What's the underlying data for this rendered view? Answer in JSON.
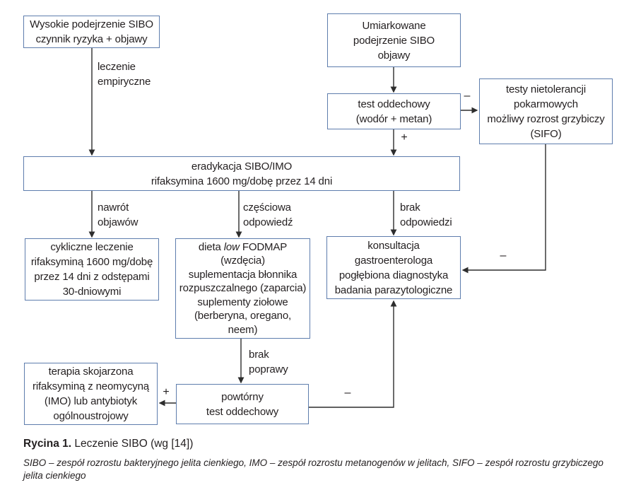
{
  "colors": {
    "box_border": "#5e7dad",
    "line": "#2d2d2d",
    "text": "#231f20",
    "background": "#ffffff"
  },
  "nodes": {
    "wysokie": {
      "lines": [
        "Wysokie podejrzenie SIBO",
        "czynnik ryzyka + objawy"
      ]
    },
    "umiarkowane": {
      "lines": [
        "Umiarkowane",
        "podejrzenie SIBO",
        "objawy"
      ]
    },
    "test": {
      "lines": [
        "test oddechowy",
        "(wodór + metan)"
      ]
    },
    "sifo": {
      "lines": [
        "testy nietolerancji",
        "pokarmowych",
        "możliwy rozrost grzybiczy",
        "(SIFO)"
      ]
    },
    "eradykacja": {
      "lines": [
        "eradykacja SIBO/IMO",
        "rifaksymina 1600 mg/dobę przez 14 dni"
      ]
    },
    "cykliczne": {
      "lines": [
        "cykliczne leczenie",
        "rifaksyminą 1600 mg/dobę",
        "przez 14 dni z odstępami",
        "30-dniowymi"
      ]
    },
    "dieta": {
      "line1_pre": "dieta",
      "line1_italic": "low",
      "line1_post": "FODMAP",
      "lines": [
        "(wzdęcia)",
        "suplementacja błonnika",
        "rozpuszczalnego (zaparcia)",
        "suplementy ziołowe",
        "(berberyna, oregano,",
        "neem)"
      ]
    },
    "konsultacja": {
      "lines": [
        "konsultacja",
        "gastroenterologa",
        "pogłębiona diagnostyka",
        "badania parazytologiczne"
      ]
    },
    "terapia": {
      "lines": [
        "terapia skojarzona",
        "rifaksyminą z neomycyną",
        "(IMO) lub antybiotyk",
        "ogólnoustrojowy"
      ]
    },
    "powtorny": {
      "lines": [
        "powtórny",
        "test oddechowy"
      ]
    }
  },
  "edges": {
    "empirical": [
      "leczenie",
      "empiryczne"
    ],
    "relapse": [
      "nawrót",
      "objawów"
    ],
    "partial": [
      "częściowa",
      "odpowiedź"
    ],
    "no_response": [
      "brak",
      "odpowiedzi"
    ],
    "no_improvement": [
      "brak",
      "poprawy"
    ],
    "test_negative": "–",
    "test_positive": "+",
    "sifo_negative": "–",
    "retest_positive": "+",
    "retest_negative": "–"
  },
  "caption": {
    "label": "Rycina 1.",
    "text": " Leczenie SIBO (wg [14])"
  },
  "footnote": "SIBO – zespół rozrostu bakteryjnego jelita cienkiego, IMO – zespół rozrostu metanogenów w jelitach, SIFO – zespół rozrostu grzybiczego jelita cienkiego"
}
